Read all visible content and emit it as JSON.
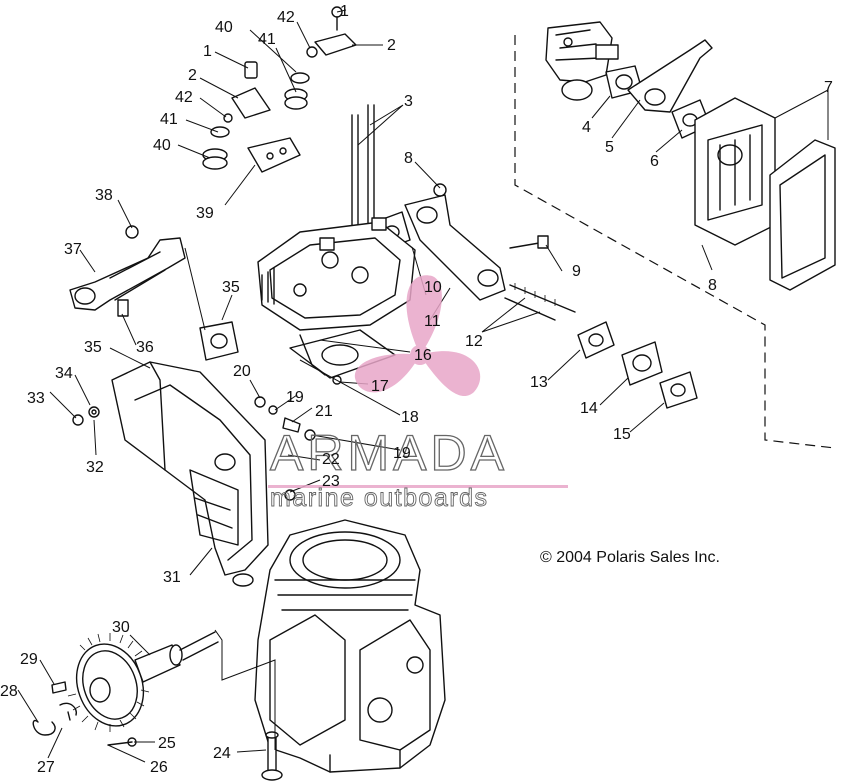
{
  "labels": [
    "1",
    "2",
    "40",
    "42",
    "41",
    "1",
    "2",
    "42",
    "41",
    "40",
    "39",
    "3",
    "38",
    "37",
    "36",
    "35",
    "35",
    "34",
    "33",
    "32",
    "31",
    "8",
    "9",
    "10",
    "11",
    "12",
    "13",
    "14",
    "15",
    "16",
    "17",
    "18",
    "19",
    "19",
    "20",
    "21",
    "22",
    "23",
    "4",
    "5",
    "6",
    "7",
    "8",
    "30",
    "29",
    "28",
    "27",
    "26",
    "25",
    "24"
  ],
  "copyright": "© 2004 Polaris Sales Inc.",
  "watermark": {
    "brand": "ARMADA",
    "tagline": "marine outboards",
    "color": "#e8a6c8"
  }
}
